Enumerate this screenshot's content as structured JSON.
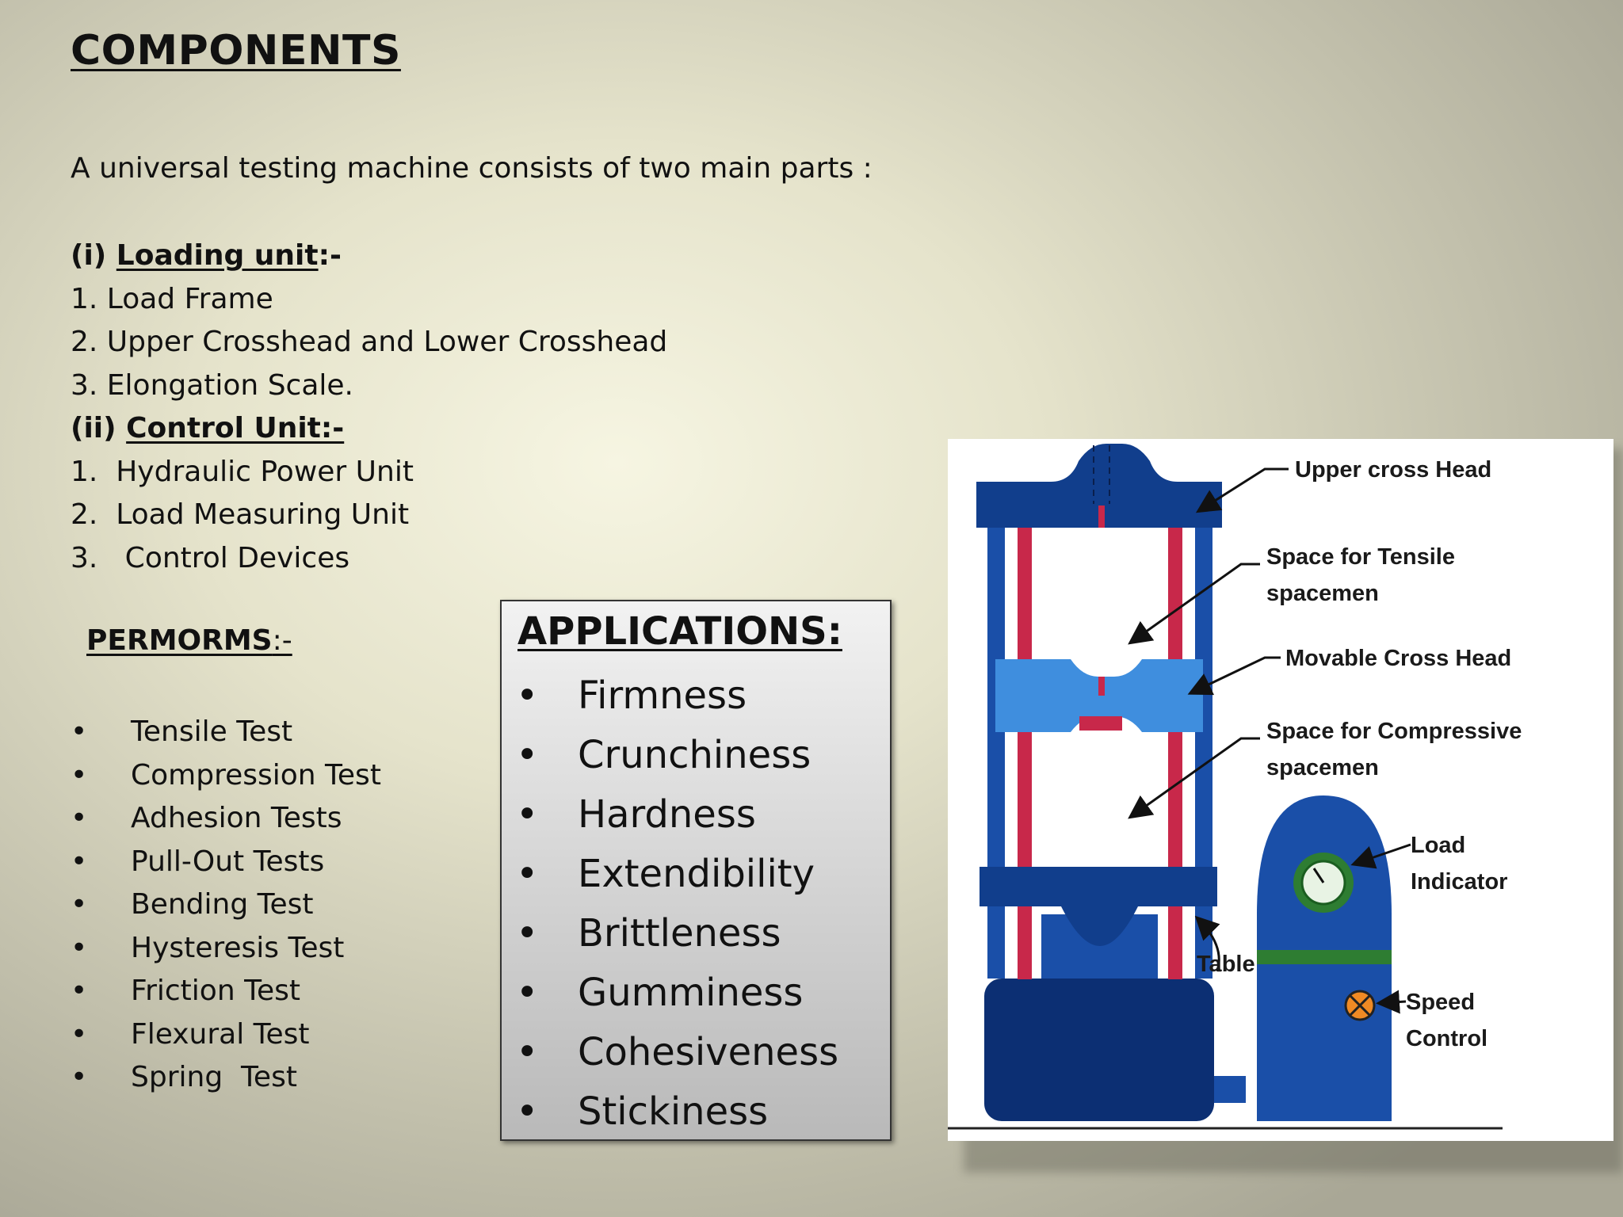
{
  "slide": {
    "title": "COMPONENTS",
    "intro": "A universal testing machine consists of two main parts :",
    "loading_unit": {
      "prefix": "(i) ",
      "label": "Loading unit",
      "suffix": ":-",
      "items": [
        "1. Load Frame",
        "2. Upper Crosshead and Lower Crosshead",
        "3. Elongation Scale."
      ]
    },
    "control_unit": {
      "prefix": "(ii) ",
      "label": "Control Unit:-",
      "items": [
        "1.  Hydraulic Power Unit",
        "2.  Load Measuring Unit",
        "3.   Control Devices"
      ]
    },
    "performs": {
      "label": "PERMORMS",
      "suffix": ":-",
      "bullet": "•",
      "items": [
        "Tensile Test",
        "Compression Test",
        "Adhesion Tests",
        "Pull-Out Tests",
        "Bending Test",
        "Hysteresis Test",
        "Friction Test",
        "Flexural Test",
        "Spring  Test"
      ]
    },
    "applications": {
      "title": "APPLICATIONS:",
      "bullet": "•",
      "items": [
        "Firmness",
        "Crunchiness",
        "Hardness",
        "Extendibility",
        "Brittleness",
        "Gumminess",
        "Cohesiveness",
        "Stickiness"
      ]
    },
    "diagram": {
      "labels": {
        "upper_cross_head": "Upper cross Head",
        "tensile_space_1": "Space for Tensile",
        "tensile_space_2": "spacemen",
        "movable_cross_head": "Movable Cross Head",
        "compressive_space_1": "Space for Compressive",
        "compressive_space_2": "spacemen",
        "load_indicator_1": "Load",
        "load_indicator_2": "Indicator",
        "table": "Table",
        "speed_control_1": "Speed",
        "speed_control_2": "Control"
      },
      "colors": {
        "frame_dark": "#113e8c",
        "frame_mid": "#1a4fa8",
        "crosshead_light": "#3f8ede",
        "screw_red": "#c8284a",
        "gauge_green": "#2e7d32",
        "base_navy": "#0c2f73"
      }
    }
  }
}
